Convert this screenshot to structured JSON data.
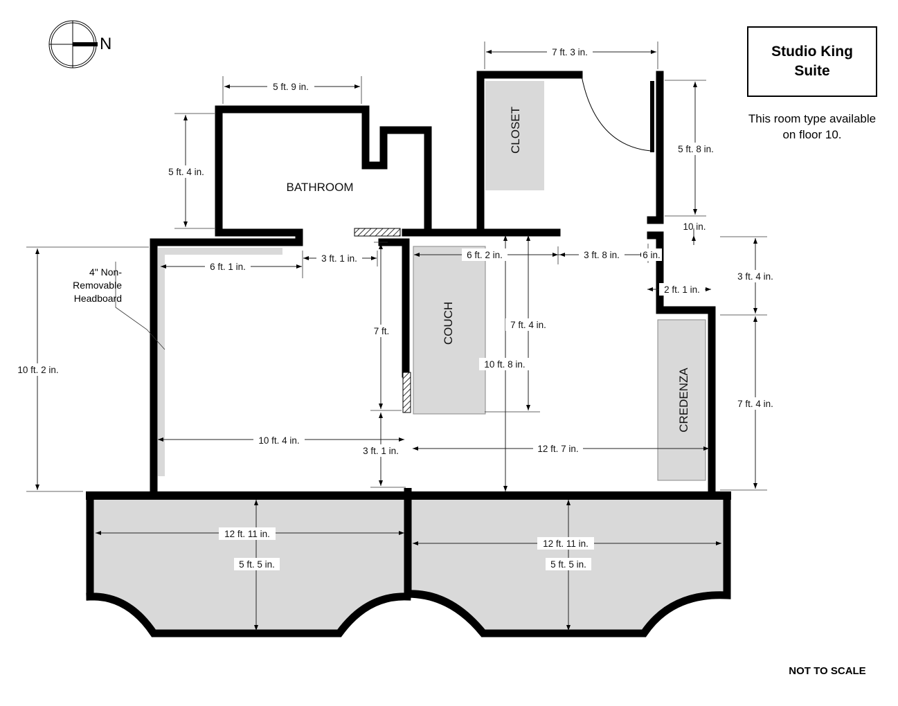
{
  "title": {
    "line1": "Studio King",
    "line2": "Suite"
  },
  "availability": {
    "line1": "This room type available",
    "line2": "on floor 10."
  },
  "note": "NOT TO SCALE",
  "compass": {
    "label": "N"
  },
  "headboard_note": {
    "line1": "4\" Non-",
    "line2": "Removable",
    "line3": "Headboard"
  },
  "rooms": {
    "bathroom": "BATHROOM",
    "closet": "CLOSET",
    "couch": "COUCH",
    "credenza": "CREDENZA"
  },
  "dimensions": {
    "closet_width": "7 ft. 3 in.",
    "bathroom_width": "5 ft. 9 in.",
    "bathroom_height": "5 ft. 4 in.",
    "entry_height": "5 ft. 8 in.",
    "wall_jog": "10 in.",
    "bedroom_depth": "10 ft. 2 in.",
    "headboard_span": "6 ft. 1 in.",
    "bath_gap": "3 ft. 1 in.",
    "couch_width": "6 ft. 2 in.",
    "closet_gap": "3 ft. 8 in.",
    "small_gap": "6 in.",
    "niche_height": "3 ft. 4 in.",
    "niche_width": "2 ft. 1 in.",
    "partition_height": "7 ft.",
    "couch_height": "7 ft. 4 in.",
    "living_height": "10 ft. 8 in.",
    "credenza_height": "7 ft. 4 in.",
    "bedroom_width": "10 ft. 4 in.",
    "opening_gap": "3 ft. 1 in.",
    "living_width": "12 ft. 7 in.",
    "balcony_left_width": "12 ft. 11 in.",
    "balcony_left_depth": "5 ft. 5 in.",
    "balcony_right_width": "12 ft. 11 in.",
    "balcony_right_depth": "5 ft. 5 in."
  },
  "colors": {
    "wall": "#000000",
    "furniture": "#d9d9d9",
    "balcony": "#d9d9d9"
  }
}
